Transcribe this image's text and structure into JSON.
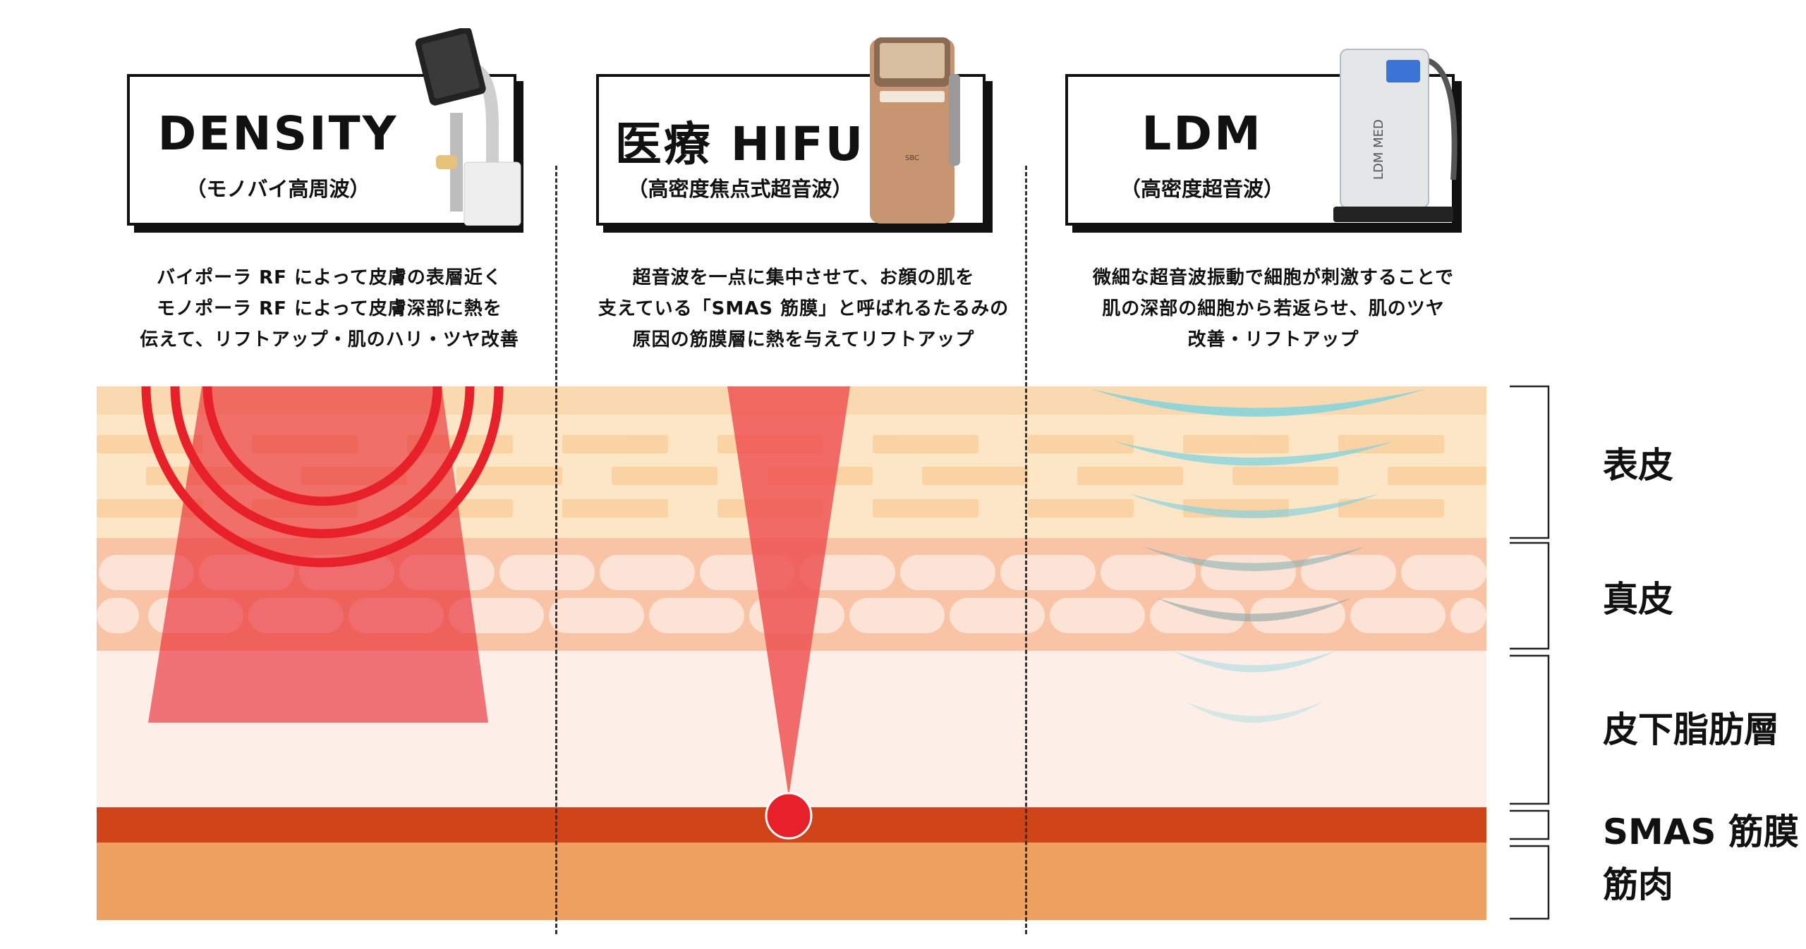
{
  "devices": [
    {
      "name": "DENSITY",
      "subtitle": "（モノバイ高周波）",
      "description": [
        "バイポーラ RF によって皮膚の表層近く",
        "モノポーラ RF によって皮膚深部に熱を",
        "伝えて、リフトアップ・肌のハリ・ツヤ改善"
      ]
    },
    {
      "name": "医療 HIFU",
      "subtitle": "（高密度焦点式超音波）",
      "machine_logo": "SBC",
      "description": [
        "超音波を一点に集中させて、お顔の肌を",
        "支えている「SMAS 筋膜」と呼ばれるたるみの",
        "原因の筋膜層に熱を与えてリフトアップ"
      ]
    },
    {
      "name": "LDM",
      "subtitle": "（高密度超音波）",
      "machine_logo": "LDM MED",
      "description": [
        "微細な超音波振動で細胞が刺激することで",
        "肌の深部の細胞から若返らせ、肌のツヤ",
        "改善・リフトアップ"
      ]
    }
  ],
  "layers": [
    {
      "label": "表皮",
      "color": "#fde6c6"
    },
    {
      "label": "真皮",
      "color": "#f9c3a6"
    },
    {
      "label": "皮下脂肪層",
      "color": "#fdeee8"
    },
    {
      "label": "SMAS 筋膜",
      "color": "#cf4418"
    },
    {
      "label": "筋肉",
      "color": "#eea060"
    }
  ],
  "colors": {
    "rf_red": "#e8202a",
    "hifu_red": "#ee5454",
    "ldm_cyan": "#7fd3de"
  }
}
